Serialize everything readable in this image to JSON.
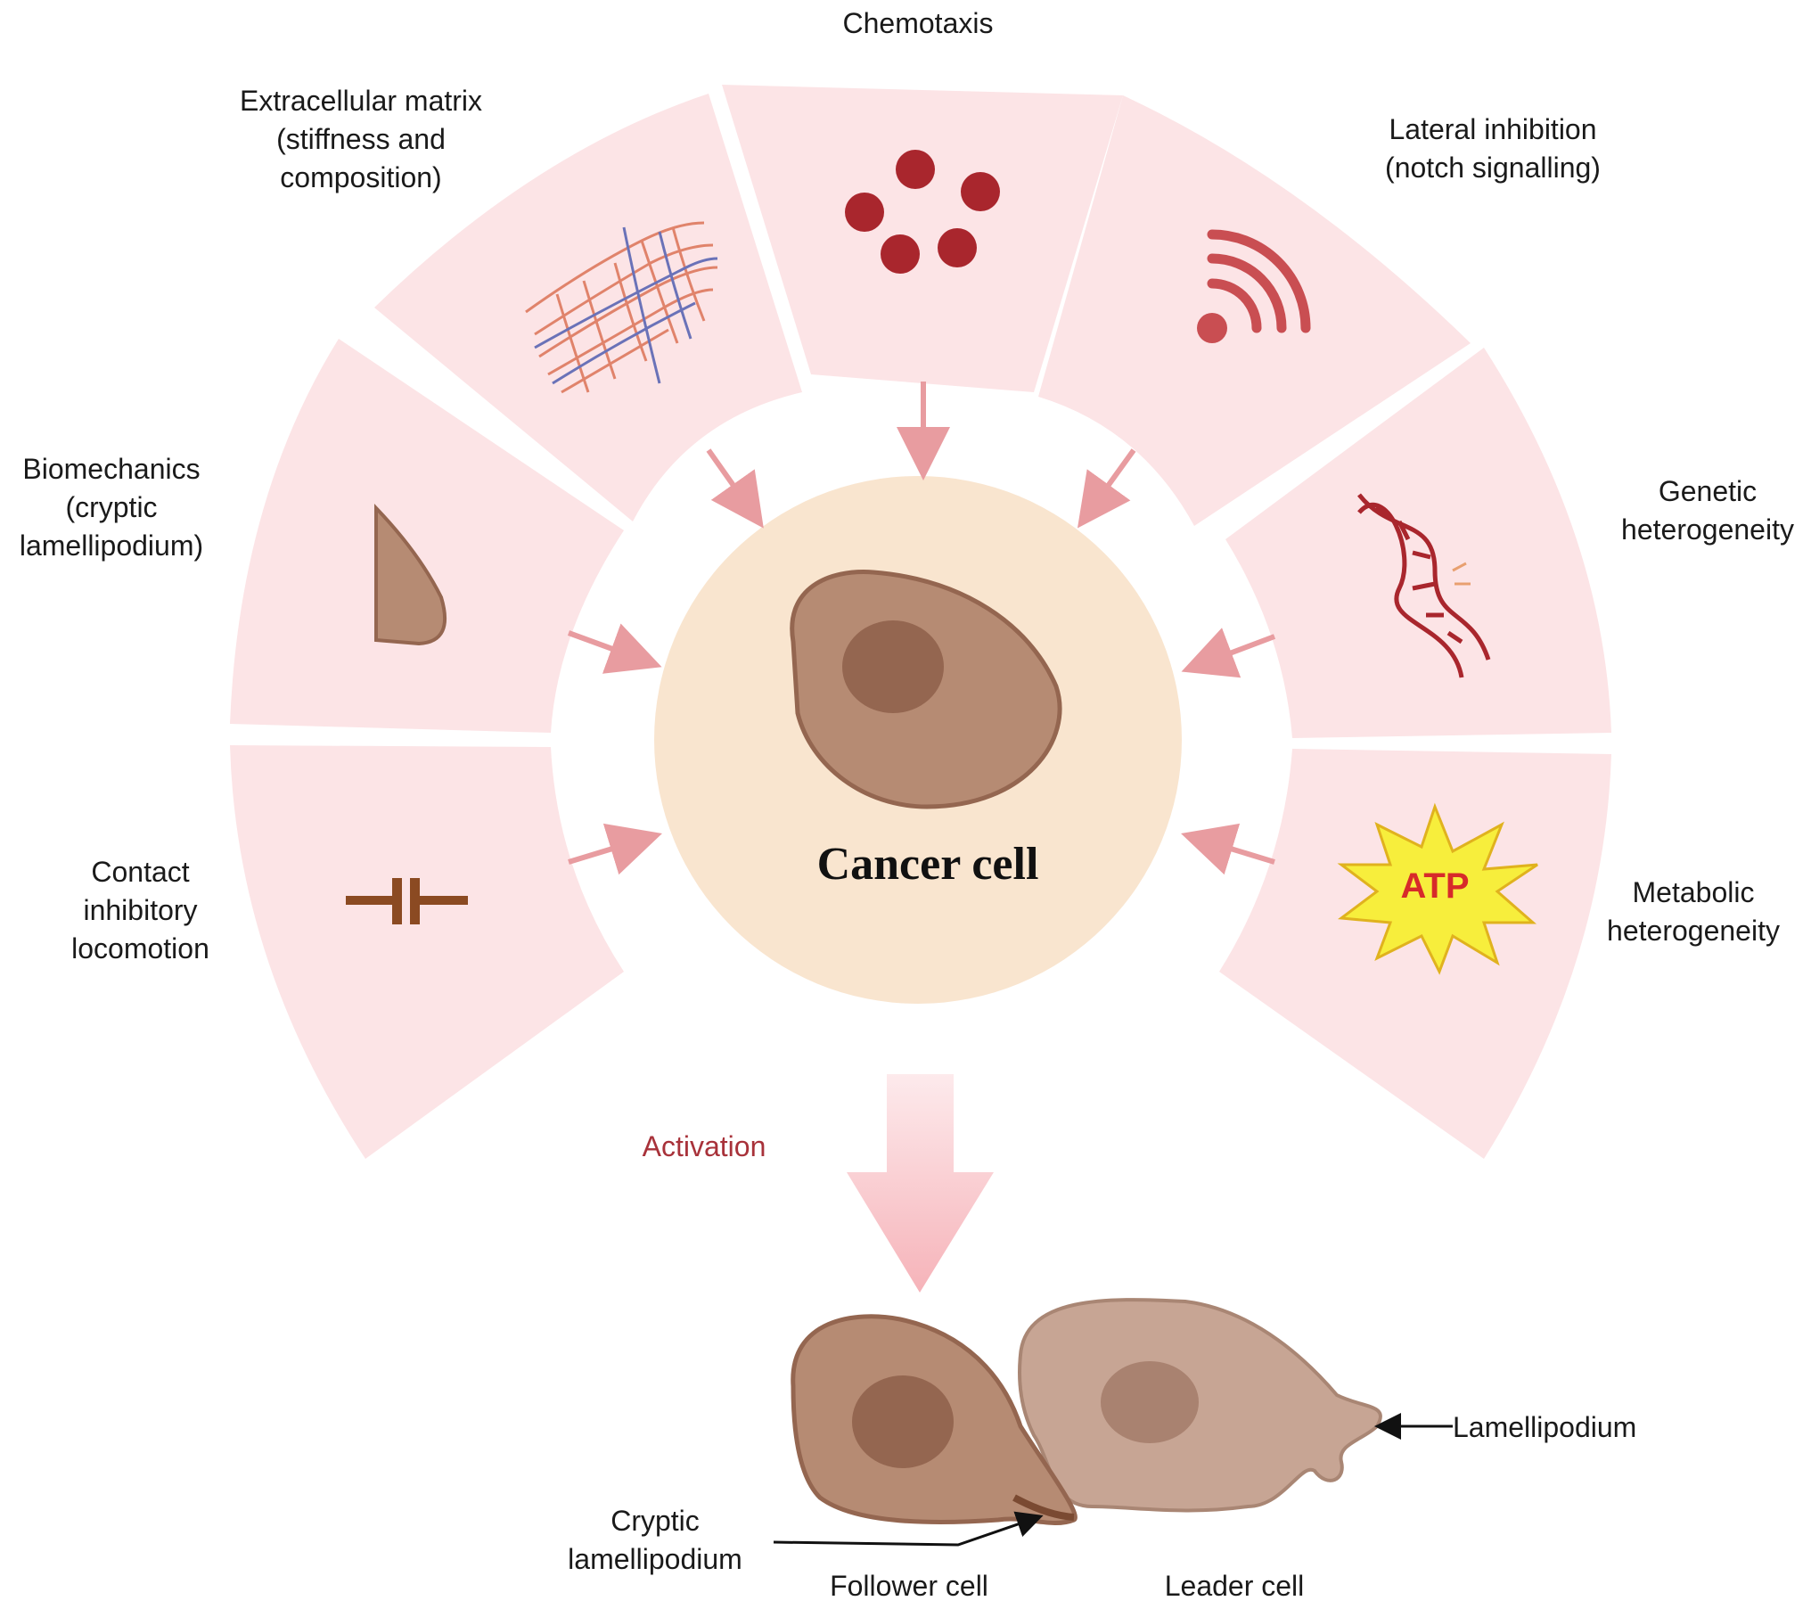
{
  "factors": {
    "chemotaxis": [
      "Chemotaxis"
    ],
    "ecm": [
      "Extracellular matrix",
      "(stiffness and",
      "composition)"
    ],
    "lateral": [
      "Lateral inhibition",
      "(notch signalling)"
    ],
    "biomechanics": [
      "Biomechanics",
      "(cryptic",
      "lamellipodium)"
    ],
    "genetic": [
      "Genetic",
      "heterogeneity"
    ],
    "contact": [
      "Contact",
      "inhibitory",
      "locomotion"
    ],
    "metabolic": [
      "Metabolic",
      "heterogeneity"
    ]
  },
  "center": "Cancer cell",
  "atp": "ATP",
  "activation": "Activation",
  "bottom": {
    "lamellipodium": "Lamellipodium",
    "cryptic": [
      "Cryptic",
      "lamellipodium"
    ],
    "follower": "Follower cell",
    "leader": "Leader cell"
  },
  "colors": {
    "segment": "#fce4e6",
    "center_circle": "#f9e5cf",
    "cell_body": "#b68b73",
    "nucleus": "#946650",
    "arrow": "#e89ca0",
    "activation_text": "#a8323a"
  }
}
